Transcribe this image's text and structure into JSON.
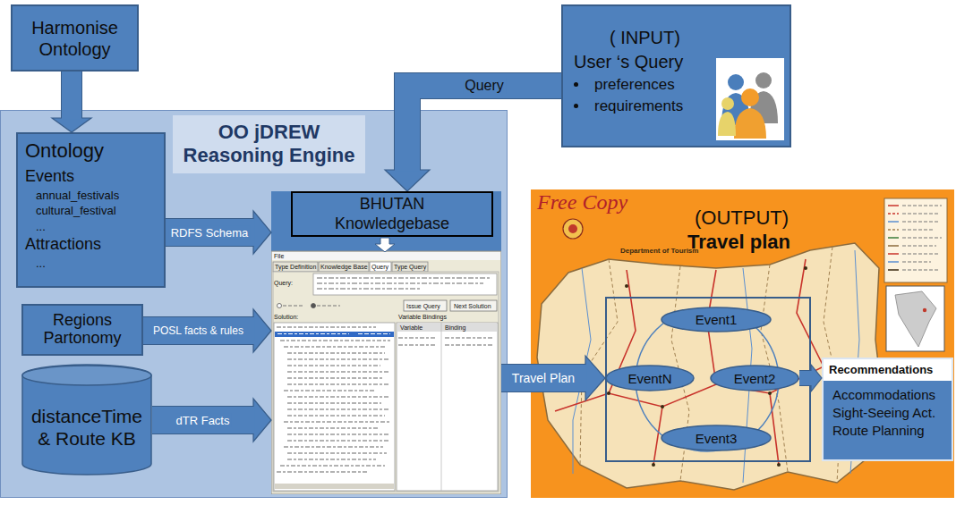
{
  "diagram": {
    "nodes": [
      {
        "text": [
          "Harmonise Ontology"
        ]
      },
      {
        "text": [
          "OO jDREW Reasoning Engine"
        ]
      },
      {
        "text": [
          "Ontology",
          "Events",
          "annual_festivals",
          "cultural_festival",
          "...",
          "Attractions",
          "..."
        ],
        "in": 1
      },
      {
        "text": [
          "Regions Partonomy"
        ],
        "in": 1
      },
      {
        "text": [
          "distanceTime & Route KB"
        ],
        "in": 1
      },
      {
        "text": [
          "BHUTAN Knowledgebase"
        ],
        "in": 1
      },
      {
        "text": [
          "( INPUT)",
          "User ‘s Query",
          "preferences",
          "requirements"
        ]
      },
      {
        "text": [
          "(OUTPUT)",
          "Travel plan"
        ]
      },
      {
        "text": [
          "Event1"
        ],
        "in": 7
      },
      {
        "text": [
          "EventN"
        ],
        "in": 7
      },
      {
        "text": [
          "Event2"
        ],
        "in": 7
      },
      {
        "text": [
          "Event3"
        ],
        "in": 7
      },
      {
        "text": [
          "Recommendations",
          "Accommodations",
          "Sight-Seeing Act.",
          "Route Planning"
        ],
        "in": 7
      }
    ],
    "edges": [
      {
        "from": 0,
        "to": 2,
        "arrow": "to"
      },
      {
        "from": 6,
        "to": 5,
        "label": "Query",
        "arrow": "to"
      },
      {
        "from": 2,
        "to": 5,
        "label": "RDFS Schema",
        "arrow": "to"
      },
      {
        "from": 3,
        "to": 5,
        "label": "POSL facts & rules",
        "arrow": "to"
      },
      {
        "from": 4,
        "to": 5,
        "label": "dTR Facts",
        "arrow": "to"
      },
      {
        "from": 5,
        "to": 9,
        "label": "Travel Plan",
        "arrow": "to"
      },
      {
        "from": 10,
        "to": 12,
        "arrow": "to"
      }
    ],
    "labels": [
      "File",
      "Type Definition",
      "Knowledge Base",
      "Query",
      "Type Query",
      "Query:",
      "Issue Query",
      "Next Solution",
      "Solution:",
      "Variable Bindings",
      "Variable",
      "Binding",
      "Free Copy",
      "Department of Tourism"
    ]
  }
}
